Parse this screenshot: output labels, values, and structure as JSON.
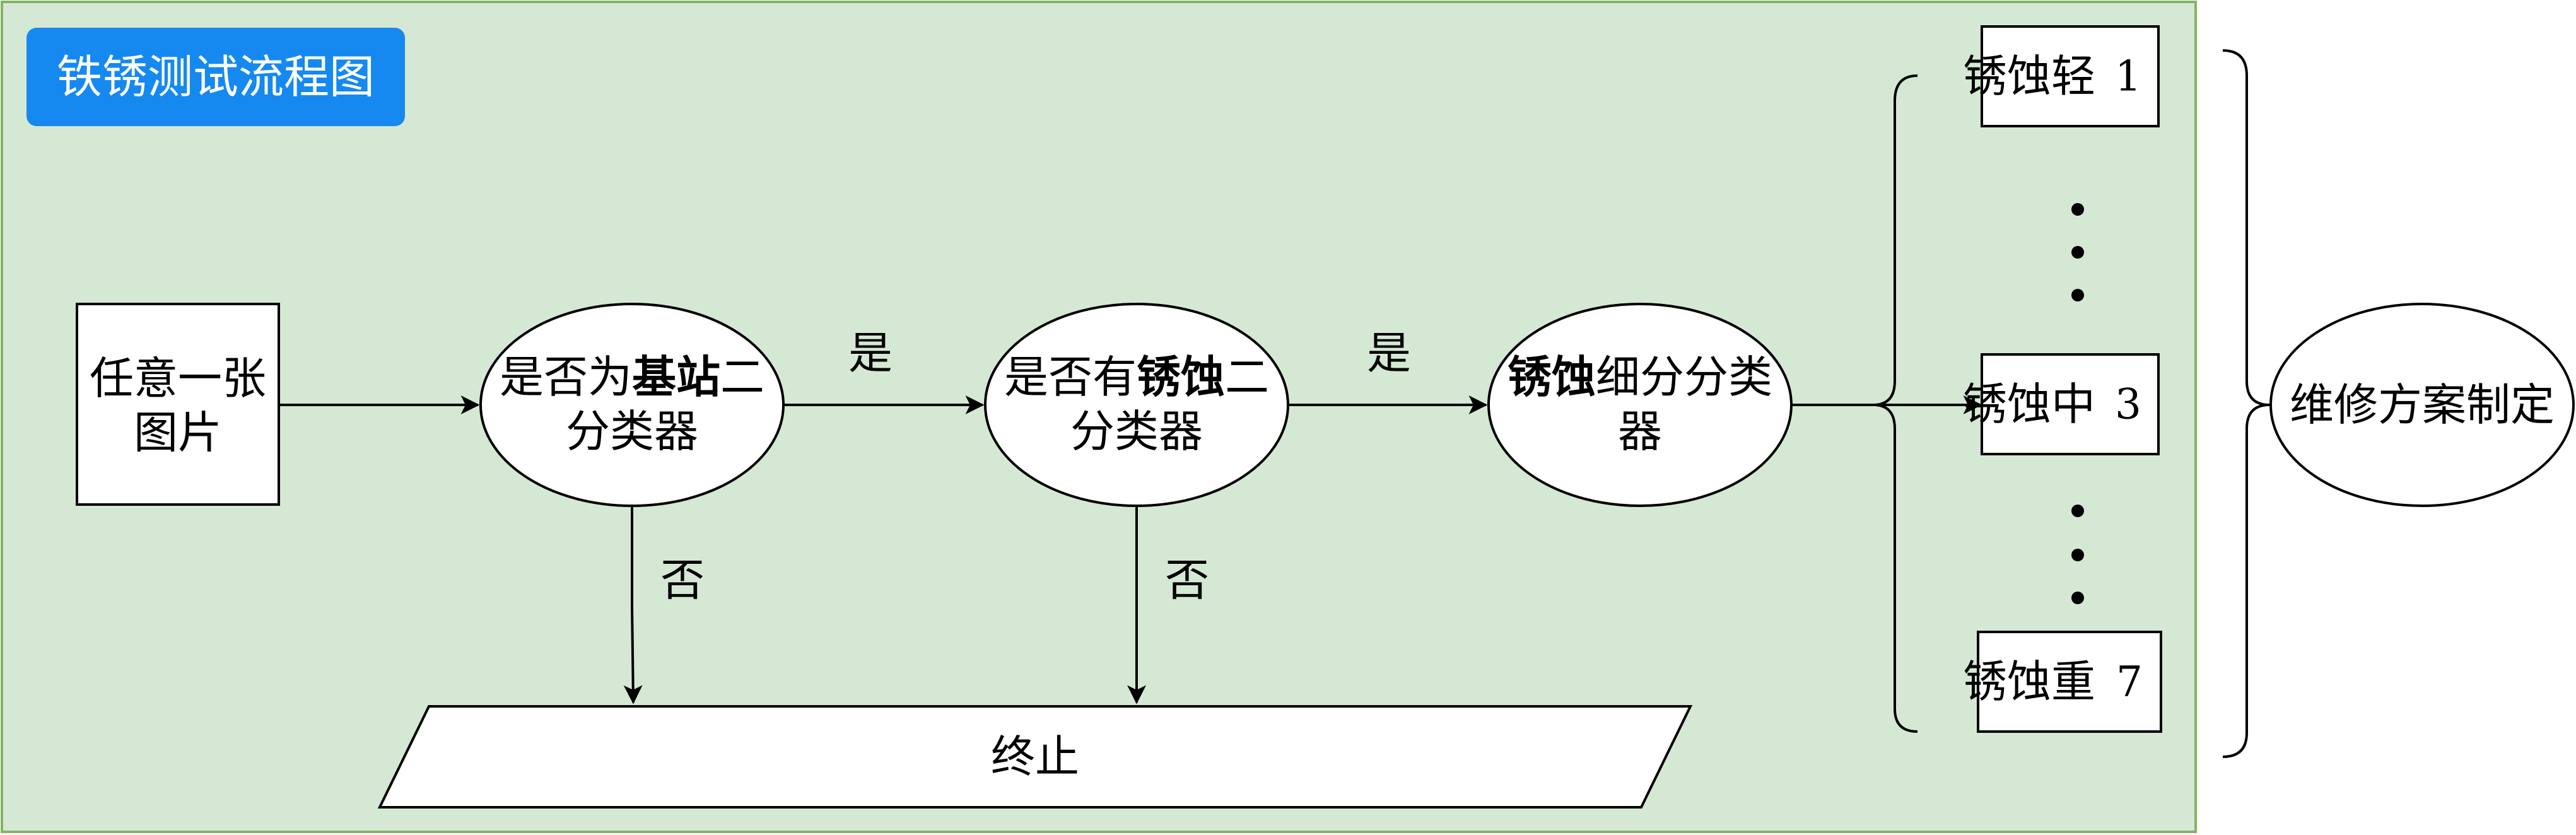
{
  "title": "铁锈测试流程图",
  "nodes": {
    "input": {
      "line1": "任意一张",
      "line2": "图片"
    },
    "station": {
      "pre": "是否为",
      "bold": "基站",
      "post": "二",
      "line2": "分类器"
    },
    "rust": {
      "pre": "是否有",
      "bold": "锈蚀",
      "post": "二",
      "line2": "分类器"
    },
    "fine": {
      "bold": "锈蚀",
      "post": "细分分类",
      "line2": "器"
    },
    "terminate": "终止",
    "level_light": {
      "label": "锈蚀轻",
      "num": "1"
    },
    "level_mid": {
      "label": "锈蚀中",
      "num": "3"
    },
    "level_heavy": {
      "label": "锈蚀重",
      "num": "7"
    },
    "plan": "维修方案制定"
  },
  "edges": {
    "yes1": "是",
    "yes2": "是",
    "no1": "否",
    "no2": "否"
  },
  "colors": {
    "background": "#d5e8d4",
    "background_border": "#82b366",
    "title_fill": "#1589f0",
    "stroke": "#000000"
  }
}
